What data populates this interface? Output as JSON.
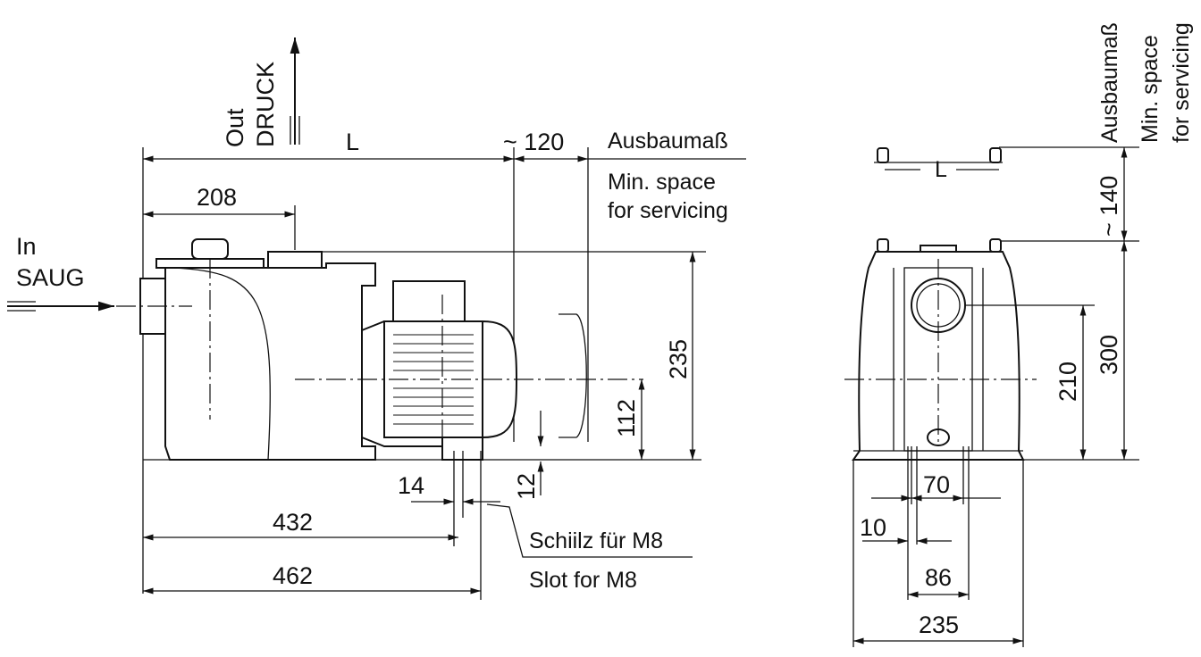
{
  "side_view": {
    "inlet_en": "In",
    "inlet_de": "SAUG",
    "outlet_en": "Out",
    "outlet_de": "DRUCK",
    "dim_L": "L",
    "dim_120": "~ 120",
    "dim_208": "208",
    "dim_235": "235",
    "dim_112": "112",
    "dim_12": "12",
    "dim_14": "14",
    "dim_432": "432",
    "dim_462": "462",
    "service_de": "Ausbaumaß",
    "service_en_1": "Min. space",
    "service_en_2": "for servicing",
    "slot_de": "Schiilz für M8",
    "slot_en": "Slot for M8"
  },
  "front_view": {
    "dim_L": "L",
    "dim_140": "~ 140",
    "dim_300": "300",
    "dim_210": "210",
    "dim_70": "70",
    "dim_10": "10",
    "dim_86": "86",
    "dim_235": "235",
    "service_de": "Ausbaumaß",
    "service_en_1": "Min. space",
    "service_en_2": "for servicing"
  }
}
